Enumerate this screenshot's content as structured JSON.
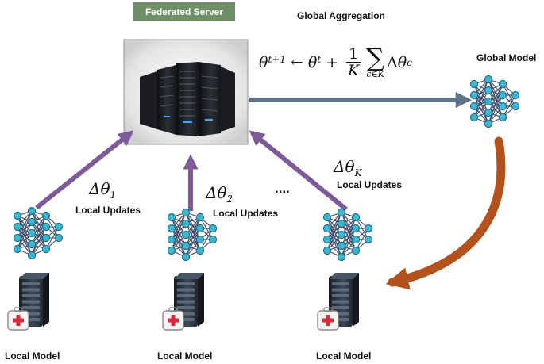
{
  "server": {
    "badge": "Federated Server",
    "aggregation_title": "Global Aggregation"
  },
  "formula": {
    "theta": "θ",
    "sup_next": "t+1",
    "arrow": "←",
    "sup_t": "t",
    "plus": "+",
    "numerator": "1",
    "denominator": "K",
    "sigma": "∑",
    "sum_sub": "c∈K",
    "delta_term": "Δθ",
    "delta_sub": "c"
  },
  "global_model": {
    "label": "Global Model"
  },
  "clients": [
    {
      "delta": "Δθ",
      "subscript": "1",
      "update_label": "Local Updates",
      "model_label": "Local Model"
    },
    {
      "delta": "Δθ",
      "subscript": "2",
      "update_label": "Local Updates",
      "model_label": "Local Model"
    },
    {
      "delta": "Δθ",
      "subscript": "K",
      "update_label": "Local Updates",
      "model_label": "Local Model"
    }
  ],
  "ellipsis": "....",
  "colors": {
    "badge": "#6f8f66",
    "upload_arrow": "#7d5a9a",
    "broadcast_arrow": "#5e7387",
    "return_arrow": "#b3521d",
    "node": "#3fb6cf",
    "node_stroke": "#1e6e82",
    "edge": "#3c4a6a",
    "rack": "#23262b",
    "medical_cross": "#d8293a"
  }
}
